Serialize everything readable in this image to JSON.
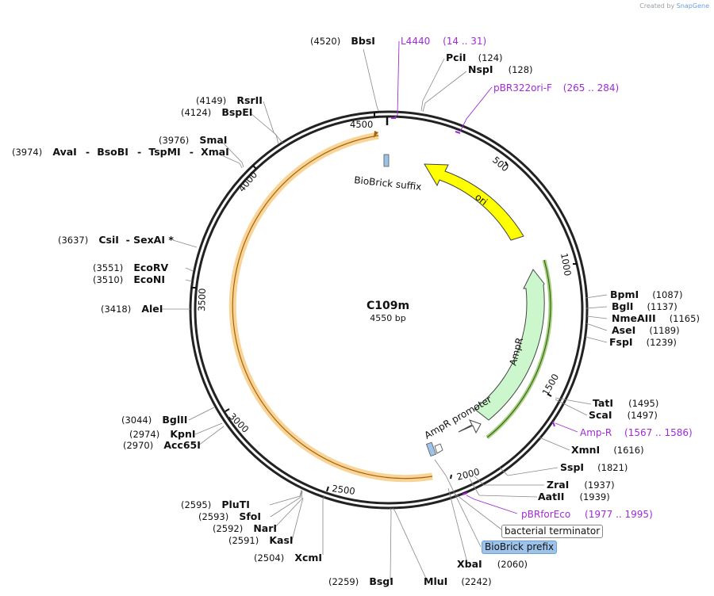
{
  "credit": {
    "prefix": "Created by",
    "brand": "SnapGene"
  },
  "plasmid": {
    "name": "C109m",
    "length_label": "4550 bp",
    "length": 4550
  },
  "ticks": [
    "500",
    "1000",
    "1500",
    "2000",
    "2500",
    "3000",
    "3500",
    "4000",
    "4500"
  ],
  "features": {
    "ori": "ori",
    "ampr": "AmpR",
    "ampr_promoter": "AmpR promoter",
    "biobrick_suffix": "BioBrick suffix",
    "biobrick_prefix": "BioBrick prefix",
    "bacterial_terminator": "bacterial terminator"
  },
  "enzymes_right": [
    {
      "name": "BbsI",
      "pos": "(4520)"
    },
    {
      "name": "PciI",
      "pos": "(124)"
    },
    {
      "name": "NspI",
      "pos": "(128)"
    },
    {
      "name": "BpmI",
      "pos": "(1087)"
    },
    {
      "name": "BglI",
      "pos": "(1137)"
    },
    {
      "name": "NmeAIII",
      "pos": "(1165)"
    },
    {
      "name": "AseI",
      "pos": "(1189)"
    },
    {
      "name": "FspI",
      "pos": "(1239)"
    },
    {
      "name": "TatI",
      "pos": "(1495)"
    },
    {
      "name": "ScaI",
      "pos": "(1497)"
    },
    {
      "name": "XmnI",
      "pos": "(1616)"
    },
    {
      "name": "SspI",
      "pos": "(1821)"
    },
    {
      "name": "ZraI",
      "pos": "(1937)"
    },
    {
      "name": "AatII",
      "pos": "(1939)"
    },
    {
      "name": "XbaI",
      "pos": "(2060)"
    },
    {
      "name": "MluI",
      "pos": "(2242)"
    }
  ],
  "enzymes_left": [
    {
      "name": "RsrII",
      "pos": "(4149)"
    },
    {
      "name": "BspEI",
      "pos": "(4124)"
    },
    {
      "name": "SmaI",
      "pos": "(3976)"
    },
    {
      "name": "CsiI  - SexAI *",
      "pos": "(3637)"
    },
    {
      "name": "EcoRV",
      "pos": "(3551)"
    },
    {
      "name": "EcoNI",
      "pos": "(3510)"
    },
    {
      "name": "AleI",
      "pos": "(3418)"
    },
    {
      "name": "BglII",
      "pos": "(3044)"
    },
    {
      "name": "KpnI",
      "pos": "(2974)"
    },
    {
      "name": "Acc65I",
      "pos": "(2970)"
    },
    {
      "name": "PluTI",
      "pos": "(2595)"
    },
    {
      "name": "SfoI",
      "pos": "(2593)"
    },
    {
      "name": "NarI",
      "pos": "(2592)"
    },
    {
      "name": "KasI",
      "pos": "(2591)"
    },
    {
      "name": "XcmI",
      "pos": "(2504)"
    },
    {
      "name": "BsgI",
      "pos": "(2259)"
    }
  ],
  "ava_group": {
    "pos": "(3974)",
    "names": [
      "AvaI",
      "BsoBI",
      "TspMI",
      "XmaI"
    ]
  },
  "primers": [
    {
      "name": "L4440",
      "range": "(14 .. 31)"
    },
    {
      "name": "pBR322ori-F",
      "range": "(265 .. 284)"
    },
    {
      "name": "Amp-R",
      "range": "(1567 .. 1586)"
    },
    {
      "name": "pBRforEco",
      "range": "(1977 .. 1995)"
    }
  ],
  "colors": {
    "ori": "#ffff00",
    "ampr": "#ccf7cc",
    "orange": "#f5b041",
    "primer": "#a02bd6",
    "biobrick": "#9dc3ea"
  }
}
